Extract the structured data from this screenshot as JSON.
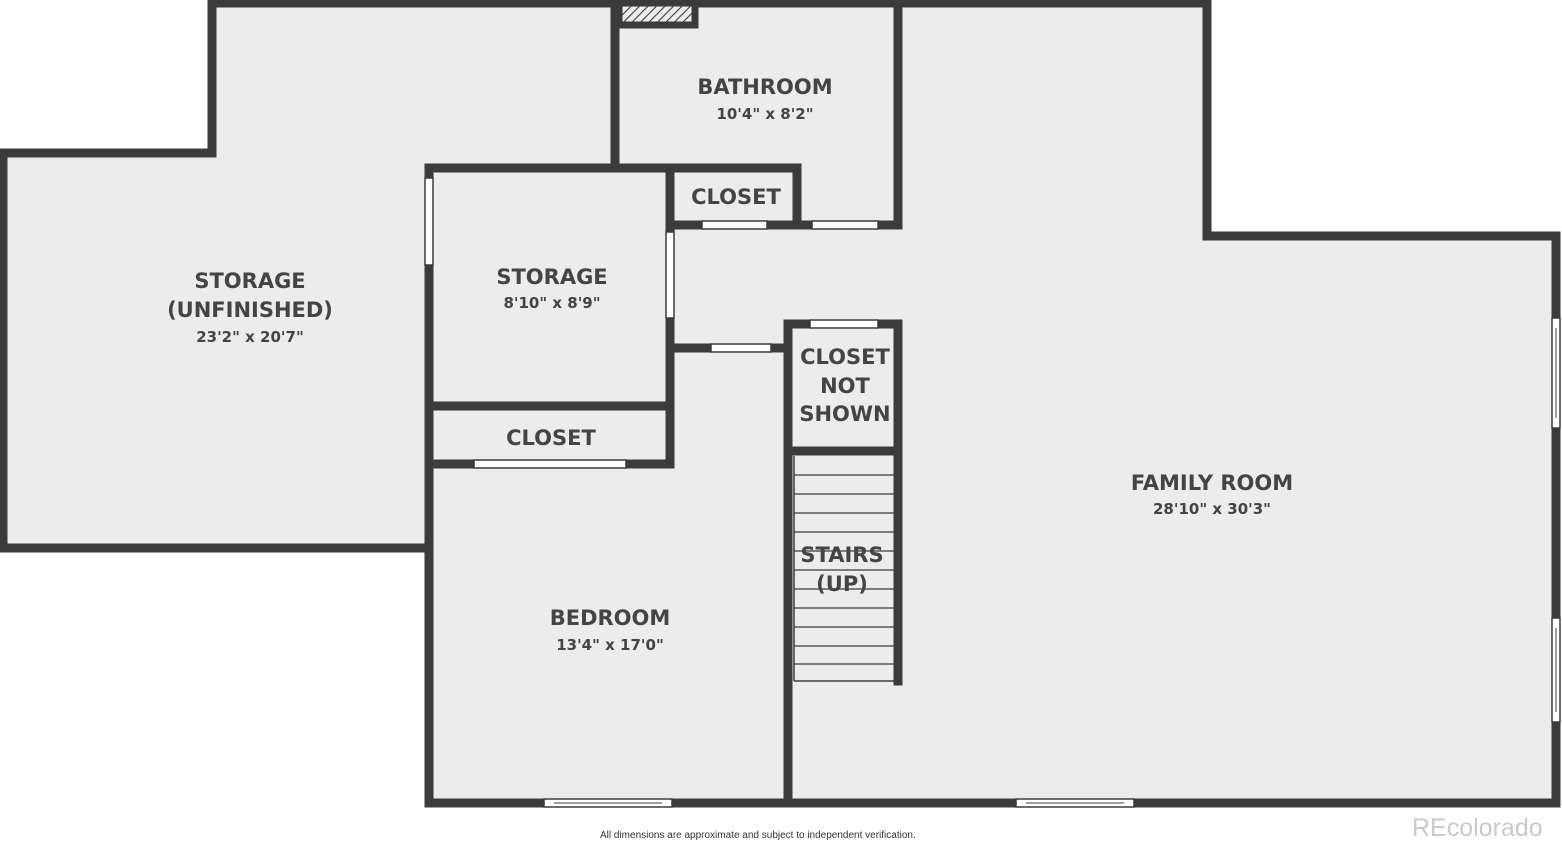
{
  "rooms": {
    "storage_unfinished": {
      "name_line1": "STORAGE",
      "name_line2": "(UNFINISHED)",
      "dimensions": "23'2\" x 20'7\""
    },
    "storage": {
      "name": "STORAGE",
      "dimensions": "8'10\" x 8'9\""
    },
    "bathroom": {
      "name": "BATHROOM",
      "dimensions": "10'4\" x 8'2\""
    },
    "closet_upper": {
      "name": "CLOSET"
    },
    "closet_lower": {
      "name": "CLOSET"
    },
    "closet_not_shown": {
      "line1": "CLOSET",
      "line2": "NOT",
      "line3": "SHOWN"
    },
    "stairs": {
      "line1": "STAIRS",
      "line2": "(UP)"
    },
    "bedroom": {
      "name": "BEDROOM",
      "dimensions": "13'4\" x 17'0\""
    },
    "family_room": {
      "name": "FAMILY ROOM",
      "dimensions": "28'10\" x 30'3\""
    }
  },
  "footer": {
    "disclaimer": "All dimensions are approximate and subject to independent verification."
  },
  "watermark": {
    "text": "REcolorado"
  },
  "colors": {
    "wall": "#3b3b3b",
    "floor": "#ececec",
    "label": "#444444",
    "watermark": "#c9c9c9"
  }
}
